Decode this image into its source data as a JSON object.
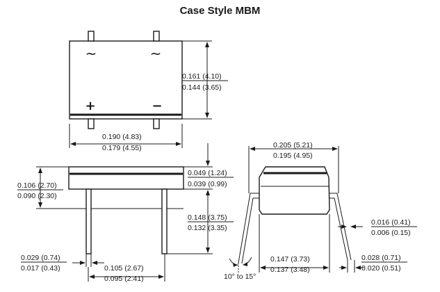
{
  "title": "Case Style MBM",
  "top_view": {
    "ac_symbol_left": "~",
    "ac_symbol_right": "~",
    "plus_symbol": "+",
    "minus_symbol": "−",
    "height_max": "0.161 (4.10)",
    "height_min": "0.144 (3.65)",
    "width_max": "0.190 (4.83)",
    "width_min": "0.179 (4.55)"
  },
  "side_view": {
    "body_height_max": "0.106 (2.70)",
    "body_height_min": "0.090 (2.30)",
    "standoff_max": "0.049 (1.24)",
    "standoff_min": "0.039 (0.99)",
    "lead_length_max": "0.148 (3.75)",
    "lead_length_min": "0.132 (3.35)",
    "lead_width_max": "0.029 (0.74)",
    "lead_width_min": "0.017 (0.43)",
    "lead_pitch_max": "0.105 (2.67)",
    "lead_pitch_min": "0.095 (2.41)"
  },
  "end_view": {
    "overall_width_max": "0.205 (5.21)",
    "overall_width_min": "0.195 (4.95)",
    "lead_thickness_max": "0.016 (0.41)",
    "lead_thickness_min": "0.006 (0.15)",
    "body_width_max": "0.147 (3.73)",
    "body_width_min": "0.137 (3.48)",
    "foot_length_max": "0.028 (0.71)",
    "foot_length_min": "0.020 (0.51)",
    "angle_label": "10° to 15°"
  }
}
